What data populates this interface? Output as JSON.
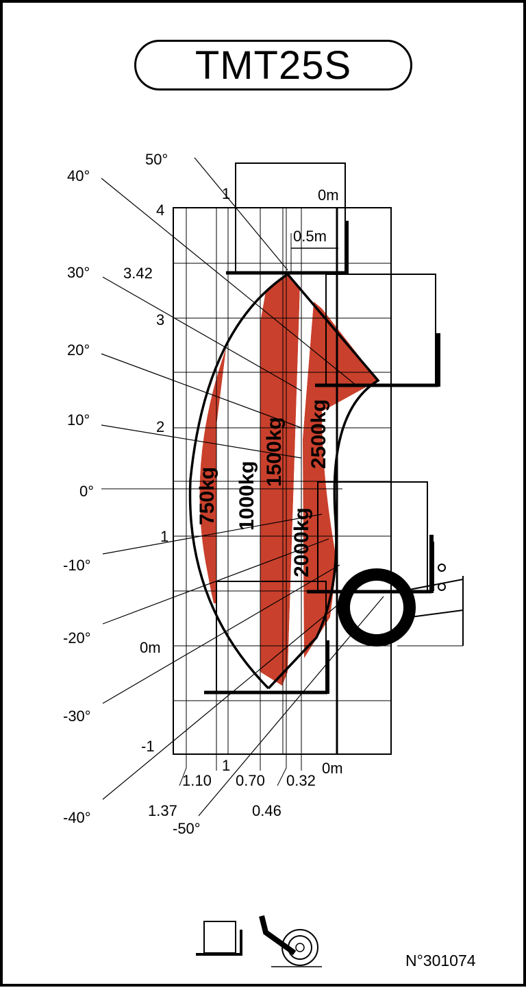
{
  "title": "TMT25S",
  "document_code": "N°301074",
  "colors": {
    "load_zone": "#C9402C",
    "line": "#000000",
    "background": "#FFFFFF"
  },
  "angle_labels": [
    "50°",
    "40°",
    "30°",
    "20°",
    "10°",
    "0°",
    "-10°",
    "-20°",
    "-30°",
    "-40°",
    "-50°"
  ],
  "height_labels": [
    "4",
    "3.42",
    "3",
    "2",
    "1",
    "0m",
    "-1"
  ],
  "top_labels": {
    "forks_zero": "0m",
    "fork_offset": "0.5m",
    "reach_one": "1"
  },
  "bottom_labels": [
    "1.37",
    "1.10",
    "1",
    "0.70",
    "0.46",
    "0.32",
    "0m"
  ],
  "load_zones": [
    "750kg",
    "1000kg",
    "1500kg",
    "2000kg",
    "2500kg"
  ],
  "icons": [
    "fork-carriage-icon",
    "wheel-stabilizer-icon"
  ]
}
